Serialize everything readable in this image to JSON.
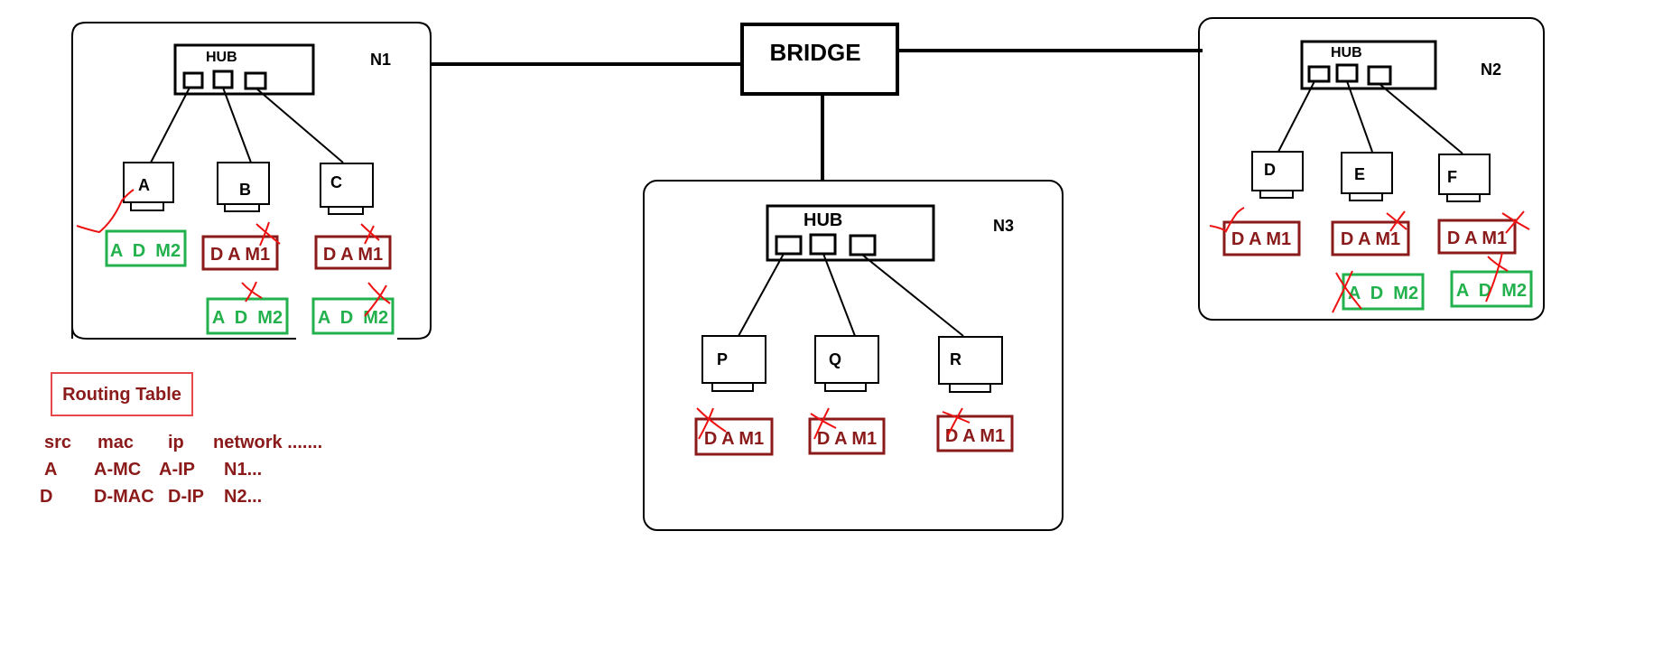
{
  "colors": {
    "line": "#000000",
    "red": "#8b1a1a",
    "green": "#22b14c",
    "cross": "#ee1111"
  },
  "bridge": {
    "label": "BRIDGE"
  },
  "networks": [
    {
      "name": "N1",
      "hub": "HUB",
      "hosts": [
        {
          "name": "A",
          "packets": [
            {
              "text": "A  D  M2",
              "color": "green",
              "mark": "tick"
            }
          ]
        },
        {
          "name": "B",
          "packets": [
            {
              "text": "D A M1",
              "color": "red",
              "mark": "cross"
            },
            {
              "text": "A  D  M2",
              "color": "green",
              "mark": "cross"
            }
          ]
        },
        {
          "name": "C",
          "packets": [
            {
              "text": "D A M1",
              "color": "red",
              "mark": "cross"
            },
            {
              "text": "A  D  M2",
              "color": "green",
              "mark": "cross"
            }
          ]
        }
      ]
    },
    {
      "name": "N3",
      "hub": "HUB",
      "hosts": [
        {
          "name": "P",
          "packets": [
            {
              "text": "D A M1",
              "color": "red",
              "mark": "cross"
            }
          ]
        },
        {
          "name": "Q",
          "packets": [
            {
              "text": "D A M1",
              "color": "red",
              "mark": "cross"
            }
          ]
        },
        {
          "name": "R",
          "packets": [
            {
              "text": "D A M1",
              "color": "red",
              "mark": "cross"
            }
          ]
        }
      ]
    },
    {
      "name": "N2",
      "hub": "HUB",
      "hosts": [
        {
          "name": "D",
          "packets": [
            {
              "text": "D A M1",
              "color": "red",
              "mark": "tick"
            }
          ]
        },
        {
          "name": "E",
          "packets": [
            {
              "text": "D A M1",
              "color": "red",
              "mark": "cross"
            },
            {
              "text": "A  D  M2",
              "color": "green",
              "mark": "cross"
            }
          ]
        },
        {
          "name": "F",
          "packets": [
            {
              "text": "D A M1",
              "color": "red",
              "mark": "cross"
            },
            {
              "text": "A  D  M2",
              "color": "green",
              "mark": "cross"
            }
          ]
        }
      ]
    }
  ],
  "routing_table": {
    "title": "Routing Table",
    "header": [
      "src",
      "mac",
      "ip",
      "network ......."
    ],
    "rows": [
      [
        "A",
        "A-MC",
        "A-IP",
        "N1..."
      ],
      [
        "D",
        "D-MAC",
        "D-IP",
        "N2..."
      ]
    ]
  }
}
